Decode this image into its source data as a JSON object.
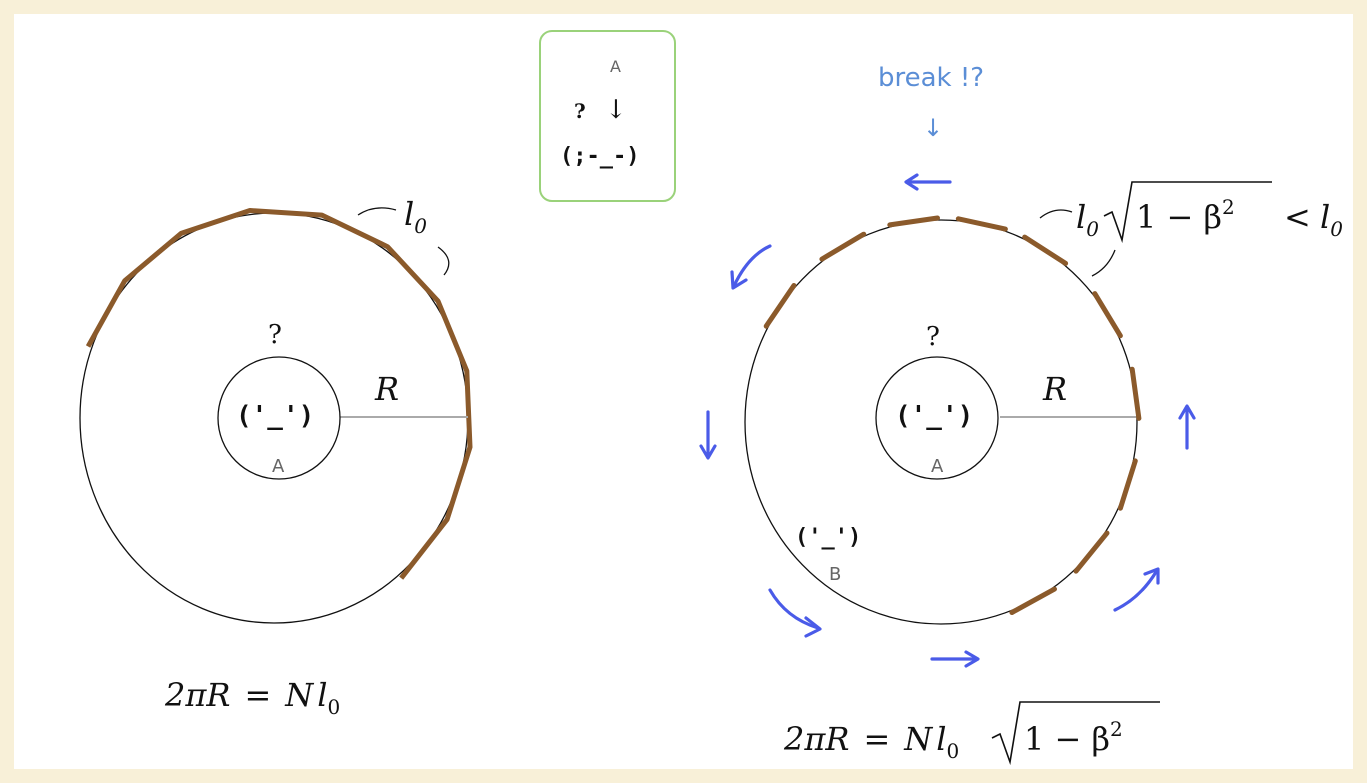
{
  "colors": {
    "background": "#f8f0d8",
    "panel": "#ffffff",
    "rod": "#8b5a2b",
    "circle": "#111111",
    "radius_line": "#aaaaaa",
    "arrow": "#4a5be8",
    "break_label": "#5b8ed6",
    "inset_border": "#9ad27a"
  },
  "left_diagram": {
    "segment_label": "l",
    "segment_sub": "0",
    "question": "?",
    "observer_face": "('_')",
    "observer_label": "A",
    "radius_label": "R",
    "equation": {
      "lhs": "2πR",
      "eq": "=",
      "n": "N",
      "l": "l",
      "sub": "0"
    }
  },
  "inset": {
    "observer_label": "A",
    "question": "?",
    "arrow": "↓",
    "face": "(;-_-)"
  },
  "right_diagram": {
    "break_label": "break !?",
    "break_arrow": "↓",
    "segment_label": {
      "l": "l",
      "sub": "0",
      "radicand": "1 − β",
      "exp": "2",
      "lt": "<",
      "rhs_l": "l",
      "rhs_sub": "0"
    },
    "question": "?",
    "observer_face": "('_')",
    "observer_label": "A",
    "radius_label": "R",
    "rim_face": "('_')",
    "rim_label": "B",
    "equation": {
      "lhs": "2πR",
      "eq": "=",
      "n": "N",
      "l": "l",
      "sub": "0",
      "radicand": "1 − β",
      "exp": "2"
    }
  }
}
